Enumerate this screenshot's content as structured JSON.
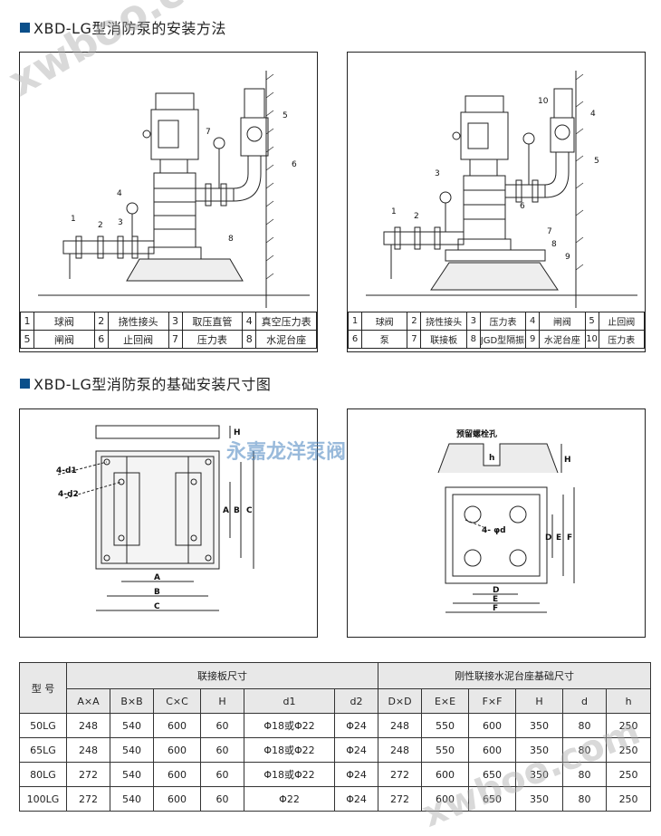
{
  "section1": {
    "title": "XBD-LG型消防泵的安装方法"
  },
  "section2": {
    "title": "XBD-LG型消防泵的基础安装尺寸图"
  },
  "diagram1": {
    "callouts": [
      "1",
      "2",
      "3",
      "4",
      "5",
      "6",
      "7",
      "8"
    ],
    "legend": [
      [
        {
          "n": "1",
          "t": "球阀"
        },
        {
          "n": "2",
          "t": "挠性接头"
        },
        {
          "n": "3",
          "t": "取压直管"
        },
        {
          "n": "4",
          "t": "真空压力表"
        }
      ],
      [
        {
          "n": "5",
          "t": "闸阀"
        },
        {
          "n": "6",
          "t": "止回阀"
        },
        {
          "n": "7",
          "t": "压力表"
        },
        {
          "n": "8",
          "t": "水泥台座"
        }
      ]
    ]
  },
  "diagram2": {
    "callouts": [
      "1",
      "2",
      "3",
      "4",
      "5",
      "6",
      "7",
      "8",
      "9",
      "10"
    ],
    "legend": [
      [
        {
          "n": "1",
          "t": "球阀"
        },
        {
          "n": "2",
          "t": "挠性接头"
        },
        {
          "n": "3",
          "t": "压力表"
        },
        {
          "n": "4",
          "t": "闸阀"
        },
        {
          "n": "5",
          "t": "止回阀"
        }
      ],
      [
        {
          "n": "6",
          "t": "泵"
        },
        {
          "n": "7",
          "t": "联接板"
        },
        {
          "n": "8",
          "t": "JGD型隔振器"
        },
        {
          "n": "9",
          "t": "水泥台座"
        },
        {
          "n": "10",
          "t": "压力表"
        }
      ]
    ]
  },
  "plate_drawing": {
    "labels": {
      "H": "H",
      "d1": "4-d1",
      "d2": "4-d2",
      "A": "A",
      "B": "B",
      "C": "C"
    }
  },
  "base_drawing": {
    "labels": {
      "hole": "预留螺栓孔",
      "H": "H",
      "h": "h",
      "d": "4- φd",
      "D": "D",
      "E": "E",
      "F": "F"
    }
  },
  "watermarks": {
    "site1": "xwboo.com",
    "site2": "xwboo.com",
    "brand": "永嘉龙洋泵阀"
  },
  "spec_table": {
    "header_model": "型 号",
    "group1": "联接板尺寸",
    "group2": "刚性联接水泥台座基础尺寸",
    "columns": [
      "A×A",
      "B×B",
      "C×C",
      "H",
      "d1",
      "d2",
      "D×D",
      "E×E",
      "F×F",
      "H",
      "d",
      "h"
    ],
    "rows": [
      [
        "50LG",
        "248",
        "540",
        "600",
        "60",
        "Φ18或Φ22",
        "Φ24",
        "248",
        "550",
        "600",
        "350",
        "80",
        "250"
      ],
      [
        "65LG",
        "248",
        "540",
        "600",
        "60",
        "Φ18或Φ22",
        "Φ24",
        "248",
        "550",
        "600",
        "350",
        "80",
        "250"
      ],
      [
        "80LG",
        "272",
        "540",
        "600",
        "60",
        "Φ18或Φ22",
        "Φ24",
        "272",
        "600",
        "650",
        "350",
        "80",
        "250"
      ],
      [
        "100LG",
        "272",
        "540",
        "600",
        "60",
        "Φ22",
        "Φ24",
        "272",
        "600",
        "650",
        "350",
        "80",
        "250"
      ]
    ]
  }
}
